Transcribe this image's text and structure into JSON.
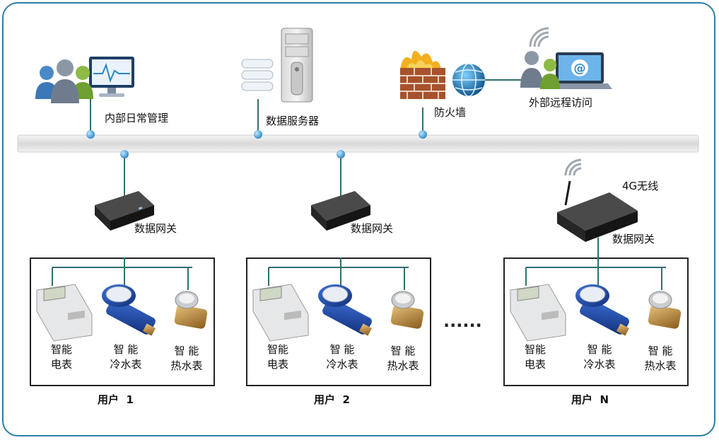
{
  "top": {
    "office_label": "内部日常管理",
    "server_label": "数据服务器",
    "firewall_label": "防火墙",
    "remote_label": "外部远程访问"
  },
  "gateways": {
    "label": "数据网关",
    "wireless_label": "4G无线"
  },
  "devices": {
    "electric_meter": [
      "智能",
      "电表"
    ],
    "cold_water_meter": [
      "智 能",
      "冷水表"
    ],
    "hot_water_meter": [
      "智 能",
      "热水表"
    ]
  },
  "users": [
    "用户  1",
    "用户  2",
    "用户  N"
  ],
  "ellipsis": "......",
  "colors": {
    "frame": "#2f7da6",
    "link": "#2f6f70",
    "node": "#4aa3df",
    "bus": "#e6e6e6"
  },
  "icons": [
    "users-monitor-icon",
    "server-icon",
    "firewall-icon",
    "globe-icon",
    "remote-laptop-icon",
    "gateway-icon",
    "electric-meter-icon",
    "water-meter-icon",
    "wifi-icon"
  ]
}
